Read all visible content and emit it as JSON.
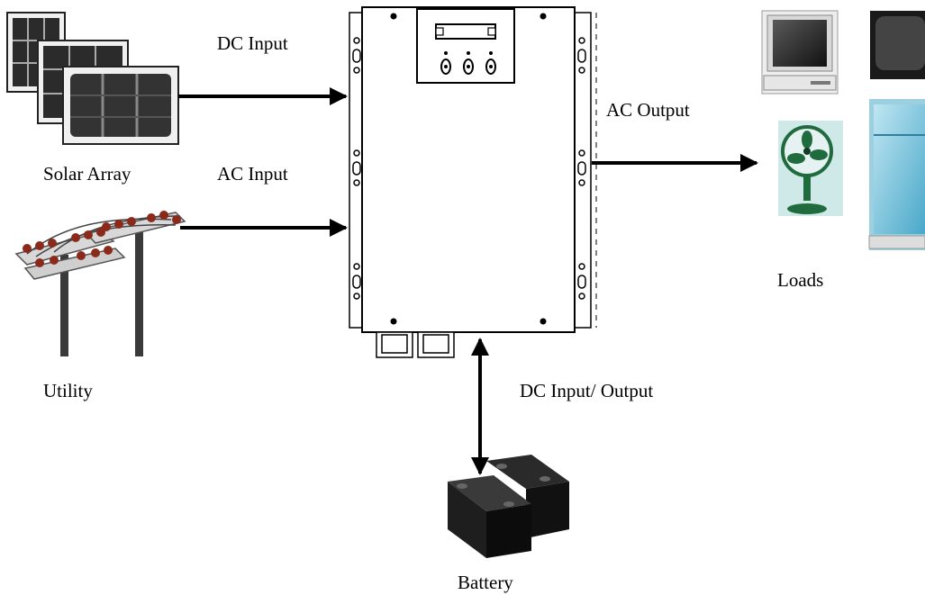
{
  "labels": {
    "solar_array": "Solar Array",
    "utility": "Utility",
    "dc_input": "DC Input",
    "ac_input": "AC Input",
    "ac_output": "AC Output",
    "loads": "Loads",
    "dc_input_output": "DC Input/ Output",
    "battery": "Battery"
  }
}
